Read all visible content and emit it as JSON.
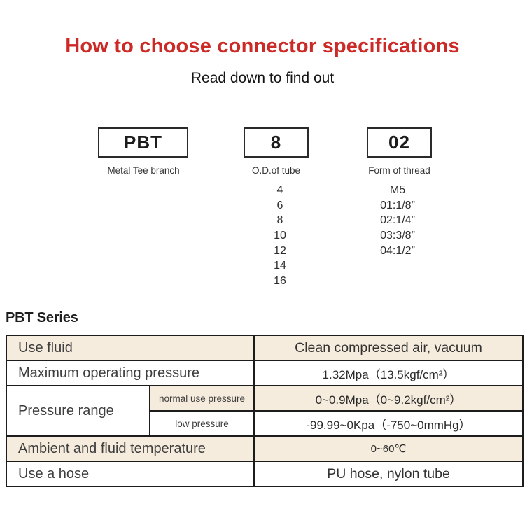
{
  "header": {
    "title": "How to choose connector specifications",
    "subtitle": "Read down to find out"
  },
  "code_builder": {
    "segments": [
      {
        "code": "PBT",
        "caption": "Metal Tee branch",
        "options": []
      },
      {
        "code": "8",
        "caption": "O.D.of tube",
        "options": [
          "4",
          "6",
          "8",
          "10",
          "12",
          "14",
          "16"
        ]
      },
      {
        "code": "02",
        "caption": "Form of thread",
        "options": [
          "M5",
          "01:1/8”",
          "02:1/4”",
          "03:3/8”",
          "04:1/2”"
        ]
      }
    ]
  },
  "spec_section": {
    "heading": "PBT Series",
    "table": {
      "use_fluid": {
        "label": "Use fluid",
        "value": "Clean compressed air, vacuum"
      },
      "max_pressure": {
        "label": "Maximum operating pressure",
        "value": "1.32Mpa（13.5kgf/cm²）"
      },
      "pressure_range": {
        "label": "Pressure range",
        "normal": {
          "label": "normal use pressure",
          "value": "0~0.9Mpa（0~9.2kgf/cm²）"
        },
        "low": {
          "label": "low pressure",
          "value": "-99.99~0Kpa（-750~0mmHg）"
        }
      },
      "temperature": {
        "label": "Ambient and fluid temperature",
        "value": "0~60℃"
      },
      "hose": {
        "label": "Use a hose",
        "value": "PU hose, nylon tube"
      }
    }
  },
  "colors": {
    "accent_red": "#cb2a27",
    "row_beige": "#f5ecdd",
    "border_dark": "#1c1c1c"
  }
}
